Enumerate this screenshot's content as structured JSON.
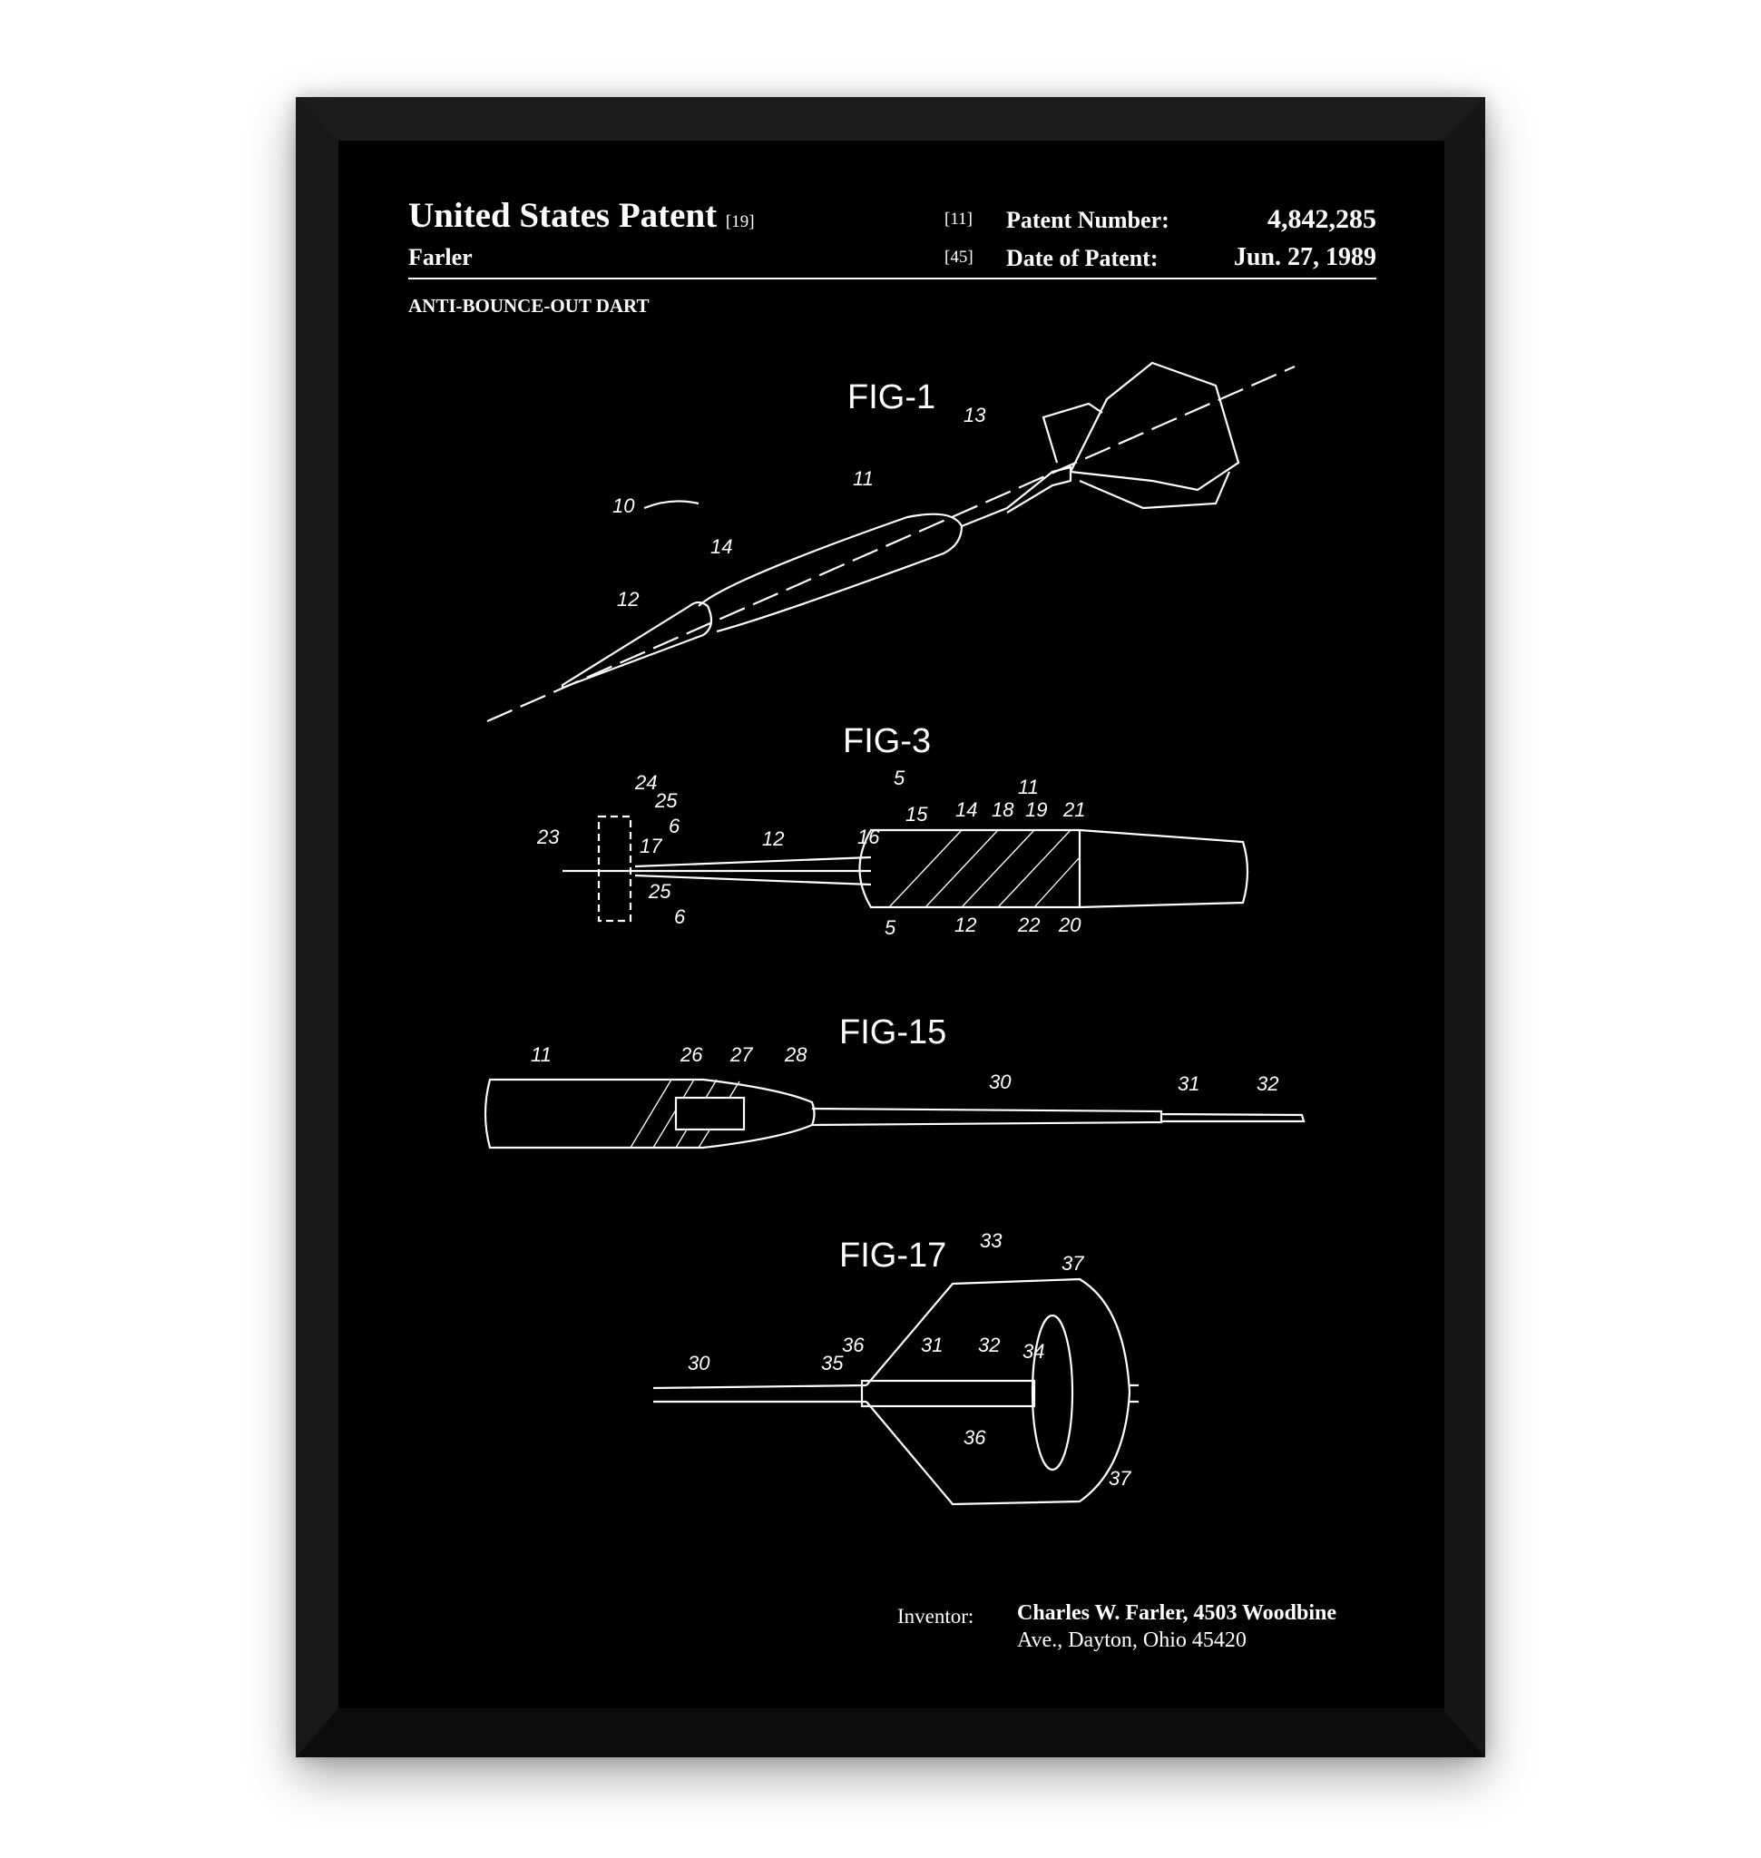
{
  "header": {
    "title": "United States Patent",
    "title_ref": "[19]",
    "inventor_surname": "Farler",
    "patent_number_ref": "[11]",
    "patent_number_label": "Patent Number:",
    "patent_number": "4,842,285",
    "date_ref": "[45]",
    "date_label": "Date of Patent:",
    "date": "Jun. 27, 1989",
    "invention_title": "ANTI-BOUNCE-OUT DART"
  },
  "figures": {
    "fig1": {
      "label": "FIG-1",
      "refs": [
        "10",
        "11",
        "12",
        "13",
        "14"
      ]
    },
    "fig3": {
      "label": "FIG-3",
      "refs": [
        "5",
        "11",
        "14",
        "15",
        "18",
        "19",
        "21",
        "16",
        "12",
        "23",
        "24",
        "25",
        "17",
        "6",
        "25",
        "6",
        "5",
        "12",
        "22",
        "20"
      ]
    },
    "fig15": {
      "label": "FIG-15",
      "refs": [
        "11",
        "26",
        "27",
        "28",
        "30",
        "31",
        "32"
      ]
    },
    "fig17": {
      "label": "FIG-17",
      "refs": [
        "33",
        "37",
        "36",
        "31",
        "32",
        "34",
        "35",
        "30",
        "36",
        "37"
      ]
    }
  },
  "inventor": {
    "label": "Inventor:",
    "line1": "Charles W. Farler, 4503 Woodbine",
    "line2": "Ave., Dayton, Ohio 45420"
  }
}
